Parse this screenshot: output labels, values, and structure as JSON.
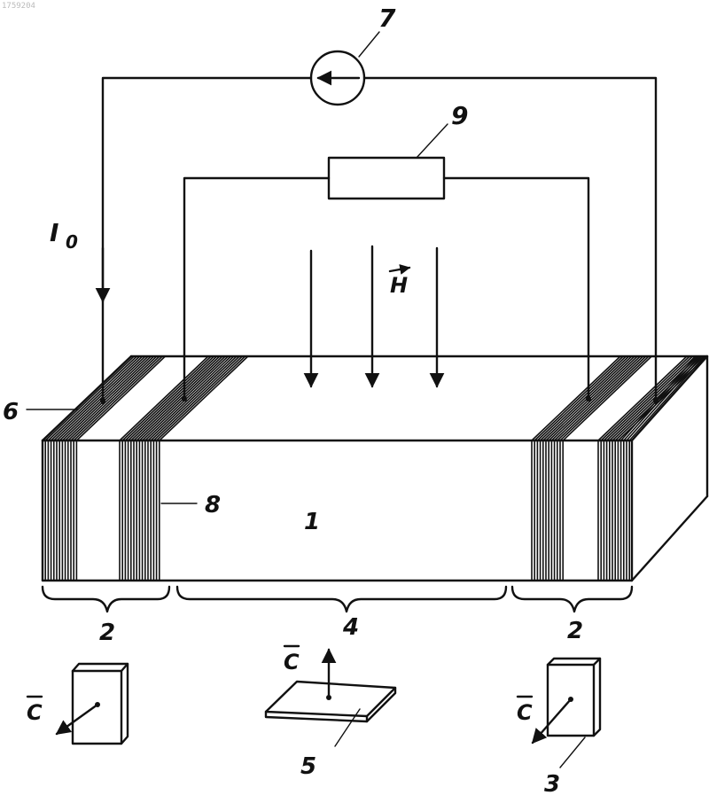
{
  "corner_mark": "1759204",
  "labels": {
    "block": "1",
    "end_zone_left": "2",
    "end_zone_right": "2",
    "crystal_right": "3",
    "middle_zone": "4",
    "plate": "5",
    "coil": "6",
    "source": "7",
    "pickup_coil": "8",
    "meter": "9",
    "current": "I",
    "current_sub": "0",
    "field": "H",
    "axis_left": "C",
    "axis_middle": "C",
    "axis_right": "C"
  }
}
